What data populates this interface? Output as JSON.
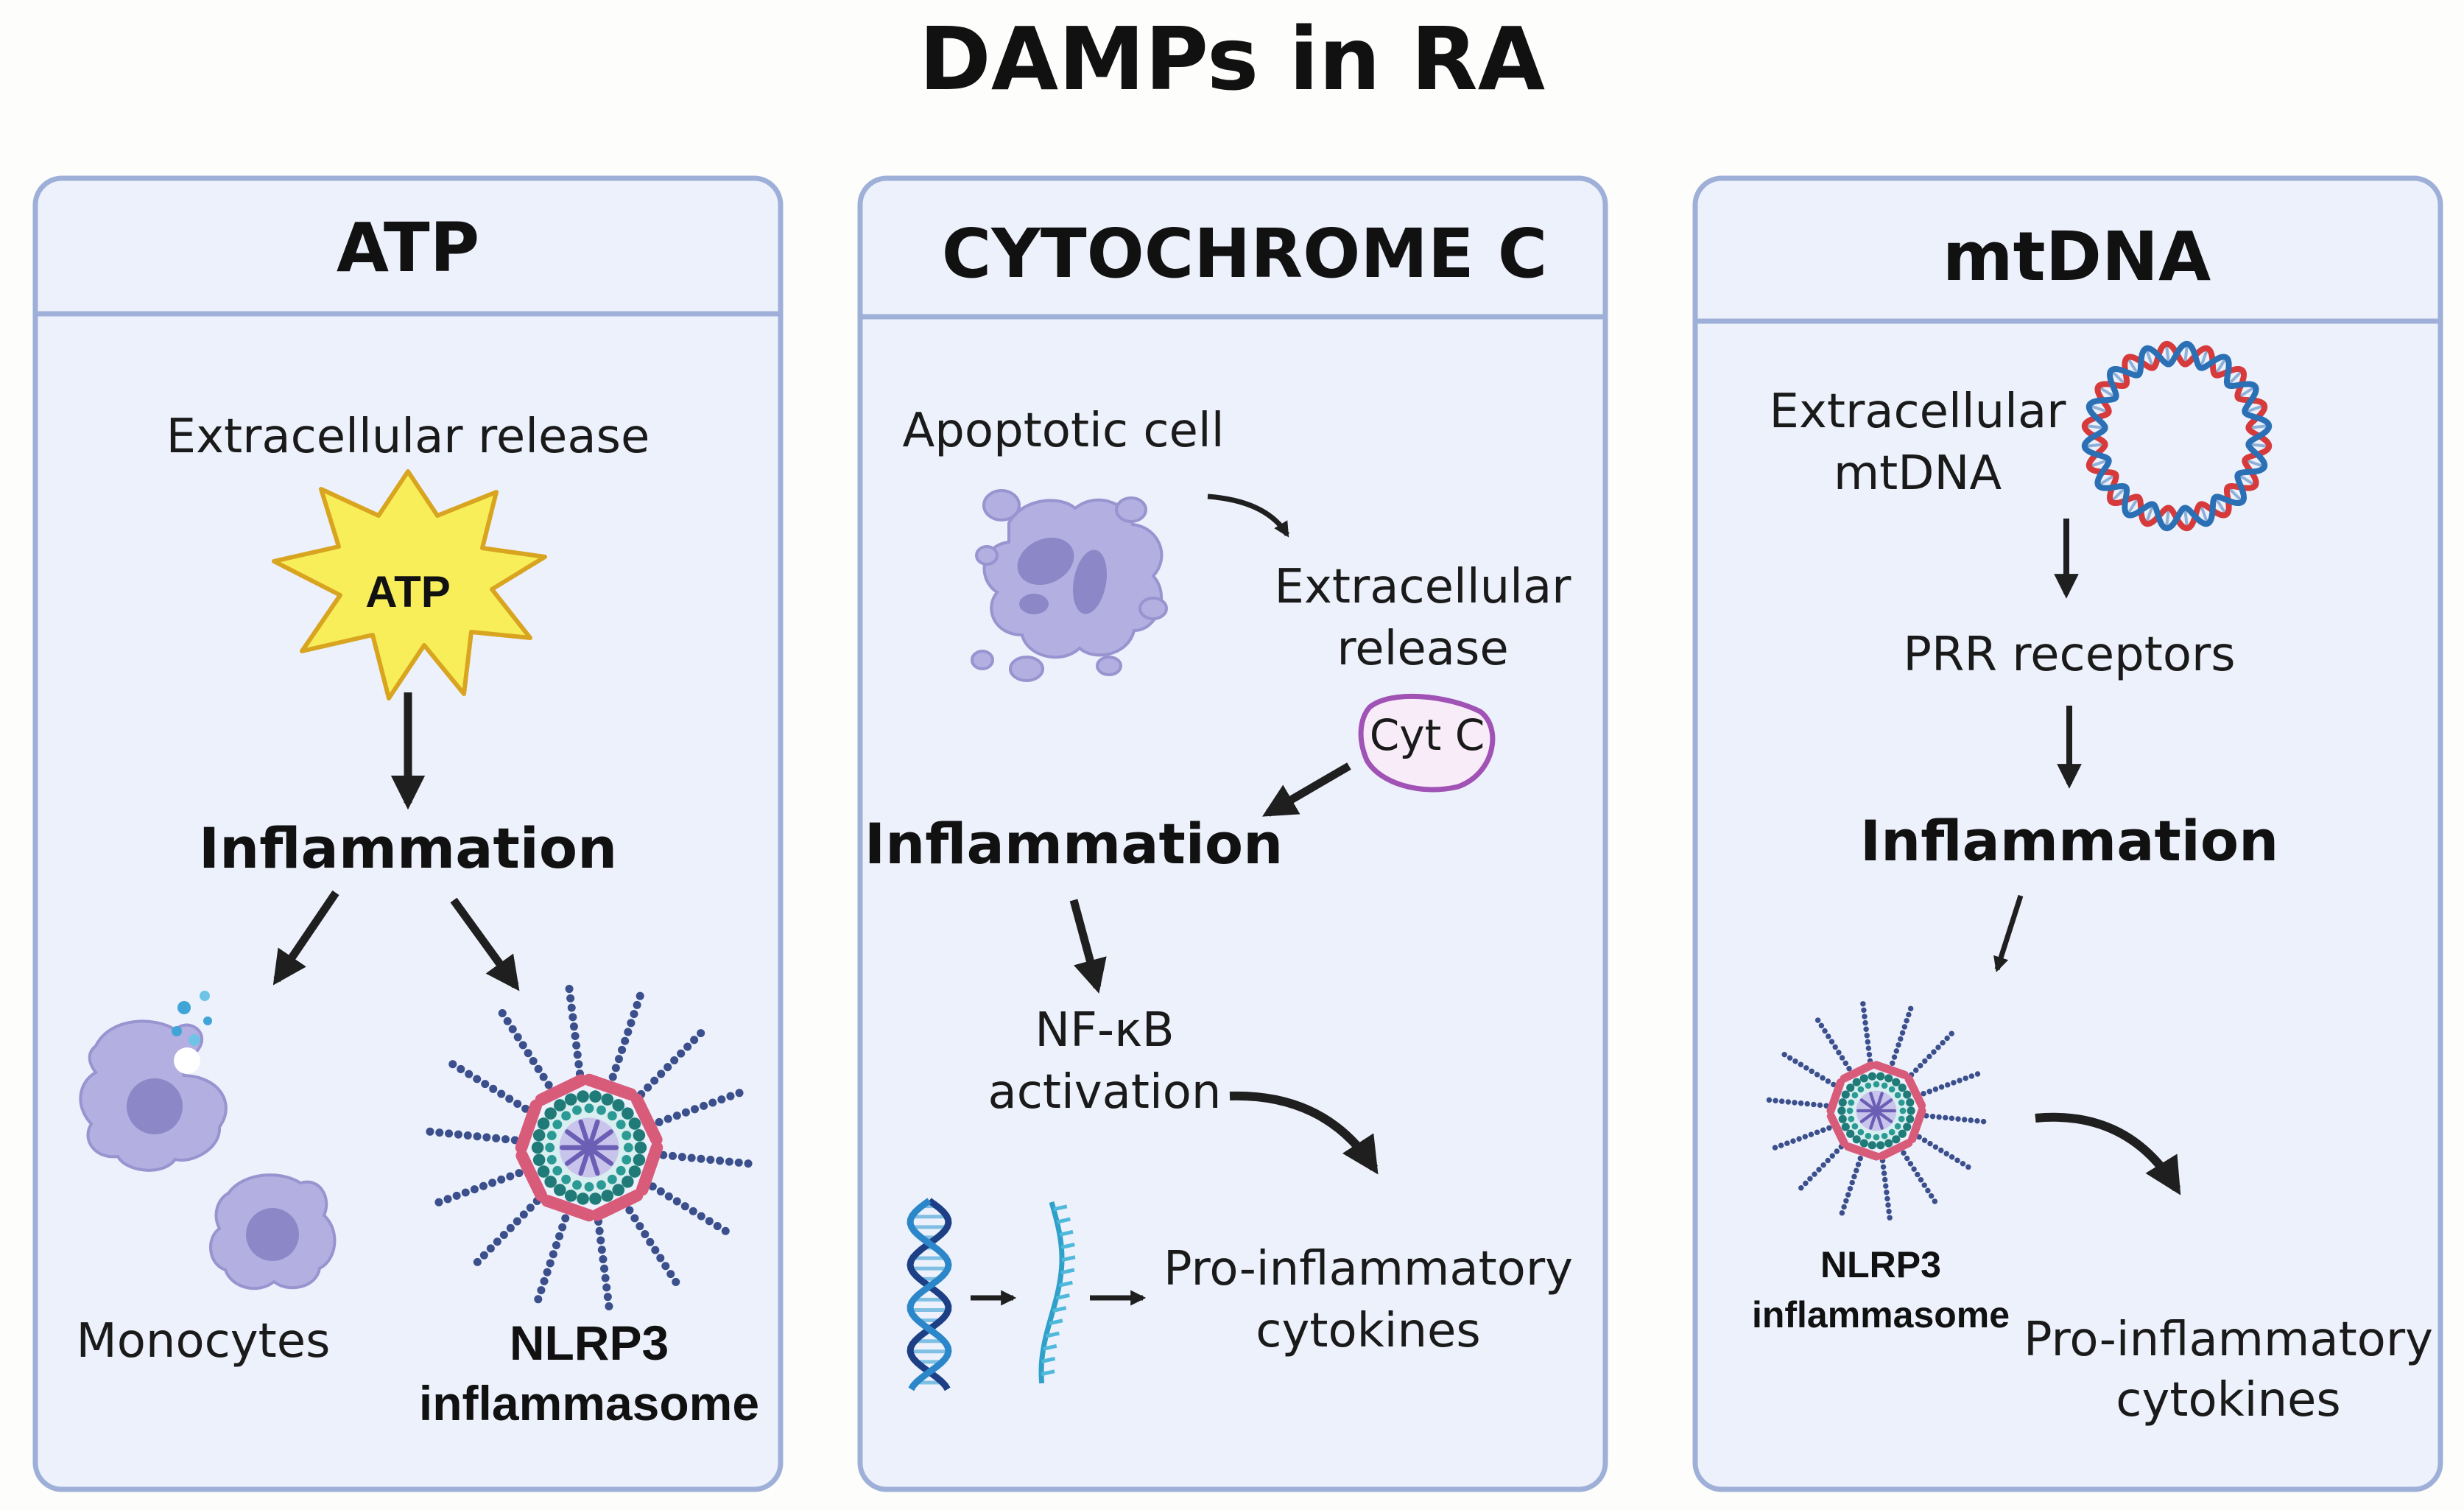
{
  "title": "DAMPs in RA",
  "panels": [
    {
      "header": "ATP",
      "release_label": "Extracellular release",
      "burst_label": "ATP",
      "inflammation": "Inflammation",
      "monocytes": "Monocytes",
      "nlrp3_line1": "NLRP3",
      "nlrp3_line2": "inflammasome"
    },
    {
      "header": "CYTOCHROME C",
      "apoptotic": "Apoptotic cell",
      "release_line1": "Extracellular",
      "release_line2": "release",
      "cytc": "Cyt C",
      "inflammation": "Inflammation",
      "nfkb_line1": "NF-κB",
      "nfkb_line2": "activation",
      "cyto_line1": "Pro-inflammatory",
      "cyto_line2": "cytokines"
    },
    {
      "header": "mtDNA",
      "mtdna_line1": "Extracellular",
      "mtdna_line2": "mtDNA",
      "prr": "PRR receptors",
      "inflammation": "Inflammation",
      "nlrp3_line1": "NLRP3",
      "nlrp3_line2": "inflammasome",
      "cyto_line1": "Pro-inflammatory",
      "cyto_line2": "cytokines"
    }
  ],
  "colors": {
    "panel_fill": "#ecf1fb",
    "panel_border": "#9fb0d8",
    "arrow": "#1f1f1f",
    "cell": "#b3afe0",
    "nucleus": "#8c87c7",
    "inflammasome_ring": "#d95b7a",
    "inflammasome_core": "#1f7a78",
    "atp_burst": "#f7ee5a",
    "cytc_outline": "#a052b5",
    "dna_red": "#d63a3a",
    "dna_blue": "#2b6fb5"
  }
}
